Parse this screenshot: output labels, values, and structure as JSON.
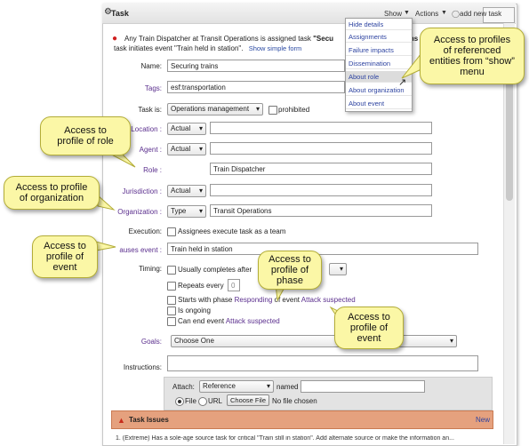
{
  "header": {
    "title": "Task",
    "show_label": "Show",
    "actions_label": "Actions",
    "add_new_task": "add new task",
    "add_new_icon": "add-circle-icon"
  },
  "intro": {
    "prefix": "Any Train Dispatcher at Transit Operations is assigned task ",
    "bold_part": "\"Secu",
    "bold_end": "ons",
    "line2": "task initiates event \"Train held in station\".",
    "simple_form": "Show simple form"
  },
  "show_menu": {
    "items": [
      "Hide details",
      "Assignments",
      "Failure impacts",
      "Dissemination",
      "About role",
      "About organization",
      "About event"
    ],
    "highlighted_index": 4
  },
  "form": {
    "name_label": "Name:",
    "name_value": "Securing trains",
    "tags_label": "Tags:",
    "tags_value": "esf:transportation",
    "task_is_label": "Task is:",
    "task_is_value": "Operations management",
    "prohibited_label": "prohibited",
    "location_label": "Location :",
    "location_select": "Actual",
    "agent_label": "Agent :",
    "agent_select": "Actual",
    "role_label": "Role :",
    "role_value": "Train Dispatcher",
    "jurisdiction_label": "Jurisdiction :",
    "jurisdiction_select": "Actual",
    "organization_label": "Organization :",
    "organization_select": "Type",
    "organization_value": "Transit Operations",
    "execution_label": "Execution:",
    "execution_option": "Assignees execute task as a team",
    "causes_label": "auses event :",
    "causes_value": "Train held in station",
    "timing_label": "Timing:",
    "timing_usually": "Usually completes after",
    "timing_repeats": "Repeats every",
    "timing_repeats_value": "0",
    "starts_prefix": "Starts with phase ",
    "starts_phase": "Responding",
    "starts_mid": " of event ",
    "starts_event": "Attack suspected",
    "ongoing_label": "Is ongoing",
    "can_end_prefix": "Can end event ",
    "can_end_event": "Attack suspected",
    "goals_label": "Goals:",
    "goals_value": "Choose One",
    "instructions_label": "Instructions:",
    "attach_label": "Attach:",
    "attach_select": "Reference",
    "named_label": "named",
    "file_label": "File",
    "url_label": "URL",
    "choose_file": "Choose File",
    "no_file": "No file chosen"
  },
  "issues": {
    "title": "Task Issues",
    "new_label": "New",
    "footer_text": "1. (Extreme) Has a sole-age source task for critical \"Train still in station\". Add alternate source or make the information an..."
  },
  "callouts": {
    "referenced": [
      "Access to profiles",
      "of  referenced",
      "entities from “show”",
      "menu"
    ],
    "role": [
      "Access to",
      "profile of role"
    ],
    "organization": [
      "Access to profile",
      "of organization"
    ],
    "event_left": [
      "Access to",
      "profile of",
      "event"
    ],
    "phase": [
      "Access to",
      "profile of",
      "phase"
    ],
    "event_right": [
      "Access to",
      "profile of",
      "event"
    ]
  },
  "colors": {
    "callout_fill": "#fbf7a6",
    "link_blue": "#2d43a0",
    "label_purple": "#5b2f8e",
    "issues_bar": "#e5a17e"
  }
}
